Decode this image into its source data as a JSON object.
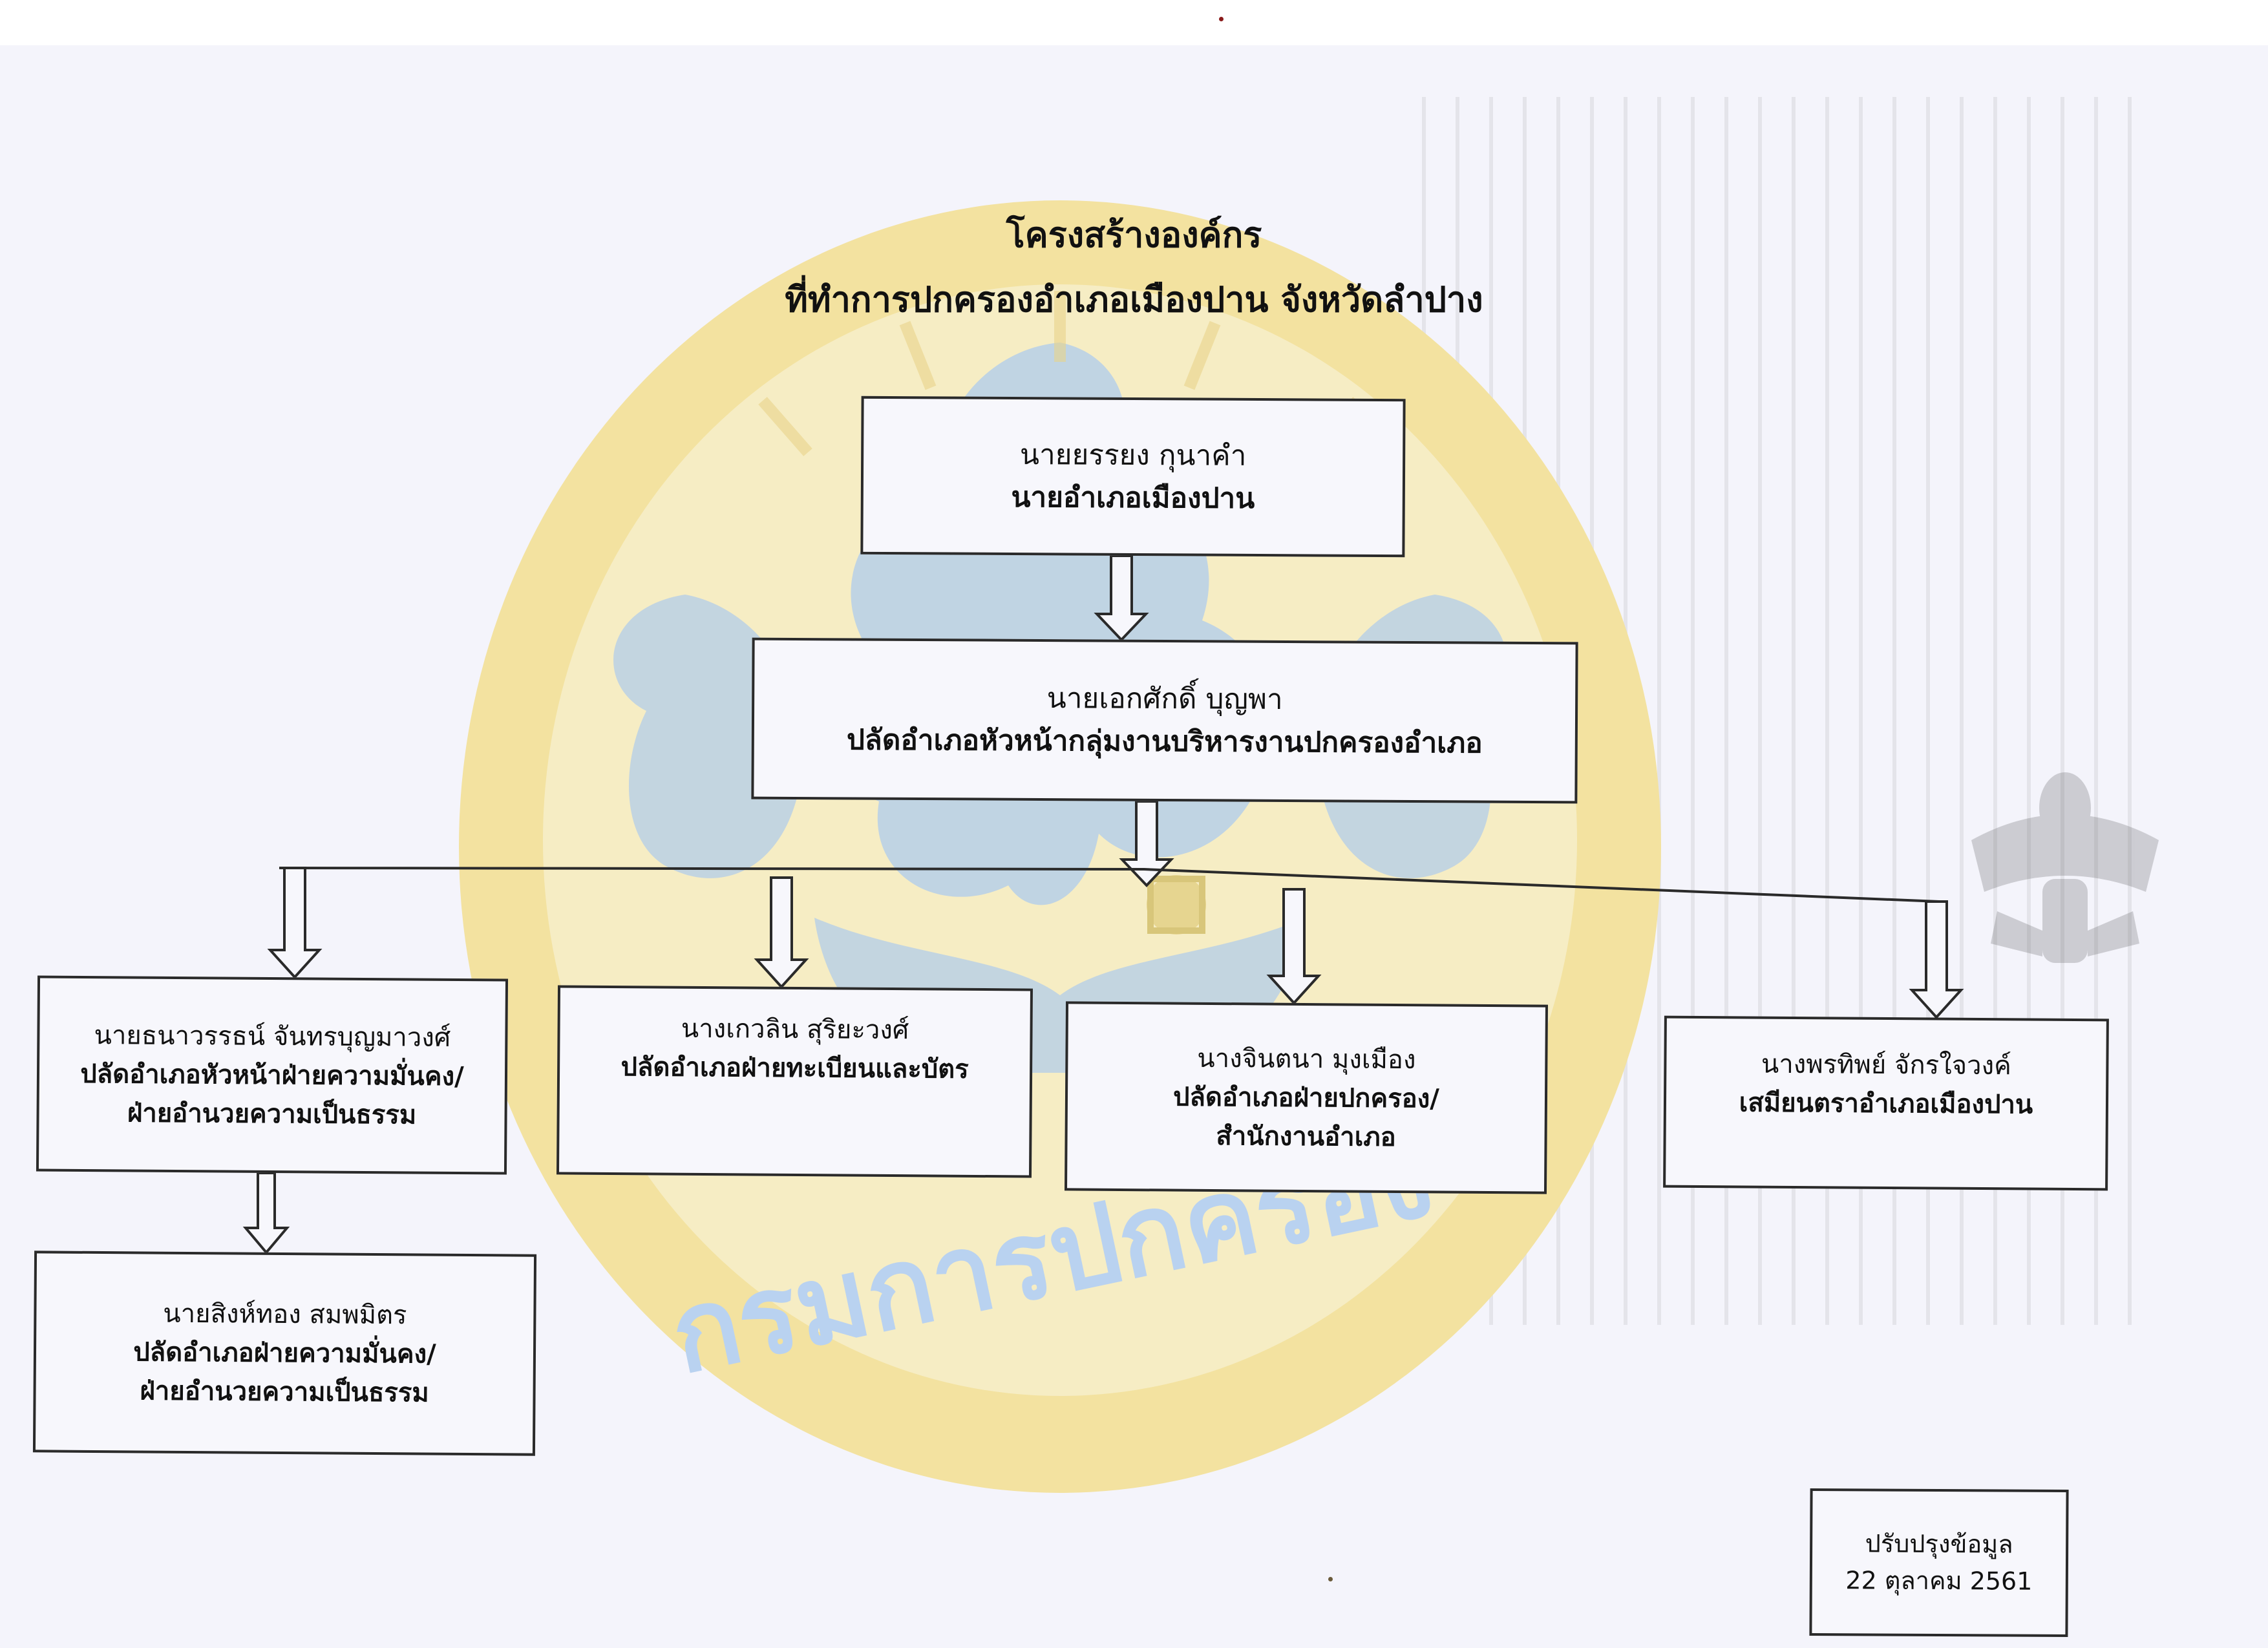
{
  "title": {
    "line1": "โครงสร้างองค์กร",
    "line2": "ที่ทำการปกครองอำเภอเมืองปาน จังหวัดลำปาง"
  },
  "seal": {
    "text": "กรมการปกครอง"
  },
  "nodes": {
    "chief": {
      "name": "นายยรรยง กุนาคำ",
      "position": "นายอำเภอเมืองปาน"
    },
    "deputy_head": {
      "name": "นายเอกศักดิ์ บุญพา",
      "position": "ปลัดอำเภอหัวหน้ากลุ่มงานบริหารงานปกครองอำเภอ"
    },
    "security_head": {
      "name": "นายธนาวรรธน์ จันทรบุญมาวงศ์",
      "position_line1": "ปลัดอำเภอหัวหน้าฝ่ายความมั่นคง/",
      "position_line2": "ฝ่ายอำนวยความเป็นธรรม"
    },
    "registration": {
      "name": "นางเกวลิน สุริยะวงศ์",
      "position": "ปลัดอำเภอฝ่ายทะเบียนและบัตร"
    },
    "administration": {
      "name": "นางจินตนา มุงเมือง",
      "position_line1": "ปลัดอำเภอฝ่ายปกครอง/",
      "position_line2": "สำนักงานอำเภอ"
    },
    "clerk": {
      "name": "นางพรทิพย์  จักรใจวงค์",
      "position": "เสมียนตราอำเภอเมืองปาน"
    },
    "security_officer": {
      "name": "นายสิงห์ทอง สมพมิตร",
      "position_line1": "ปลัดอำเภอฝ่ายความมั่นคง/",
      "position_line2": "ฝ่ายอำนวยความเป็นธรรม"
    }
  },
  "footer": {
    "label": "ปรับปรุงข้อมูล",
    "date": "22 ตุลาคม 2561"
  },
  "colors": {
    "seal_yellow": "#f3e2a0",
    "seal_blue": "#a9c8ec",
    "seal_text": "#b9d2f0",
    "line": "#2a2a2a"
  }
}
